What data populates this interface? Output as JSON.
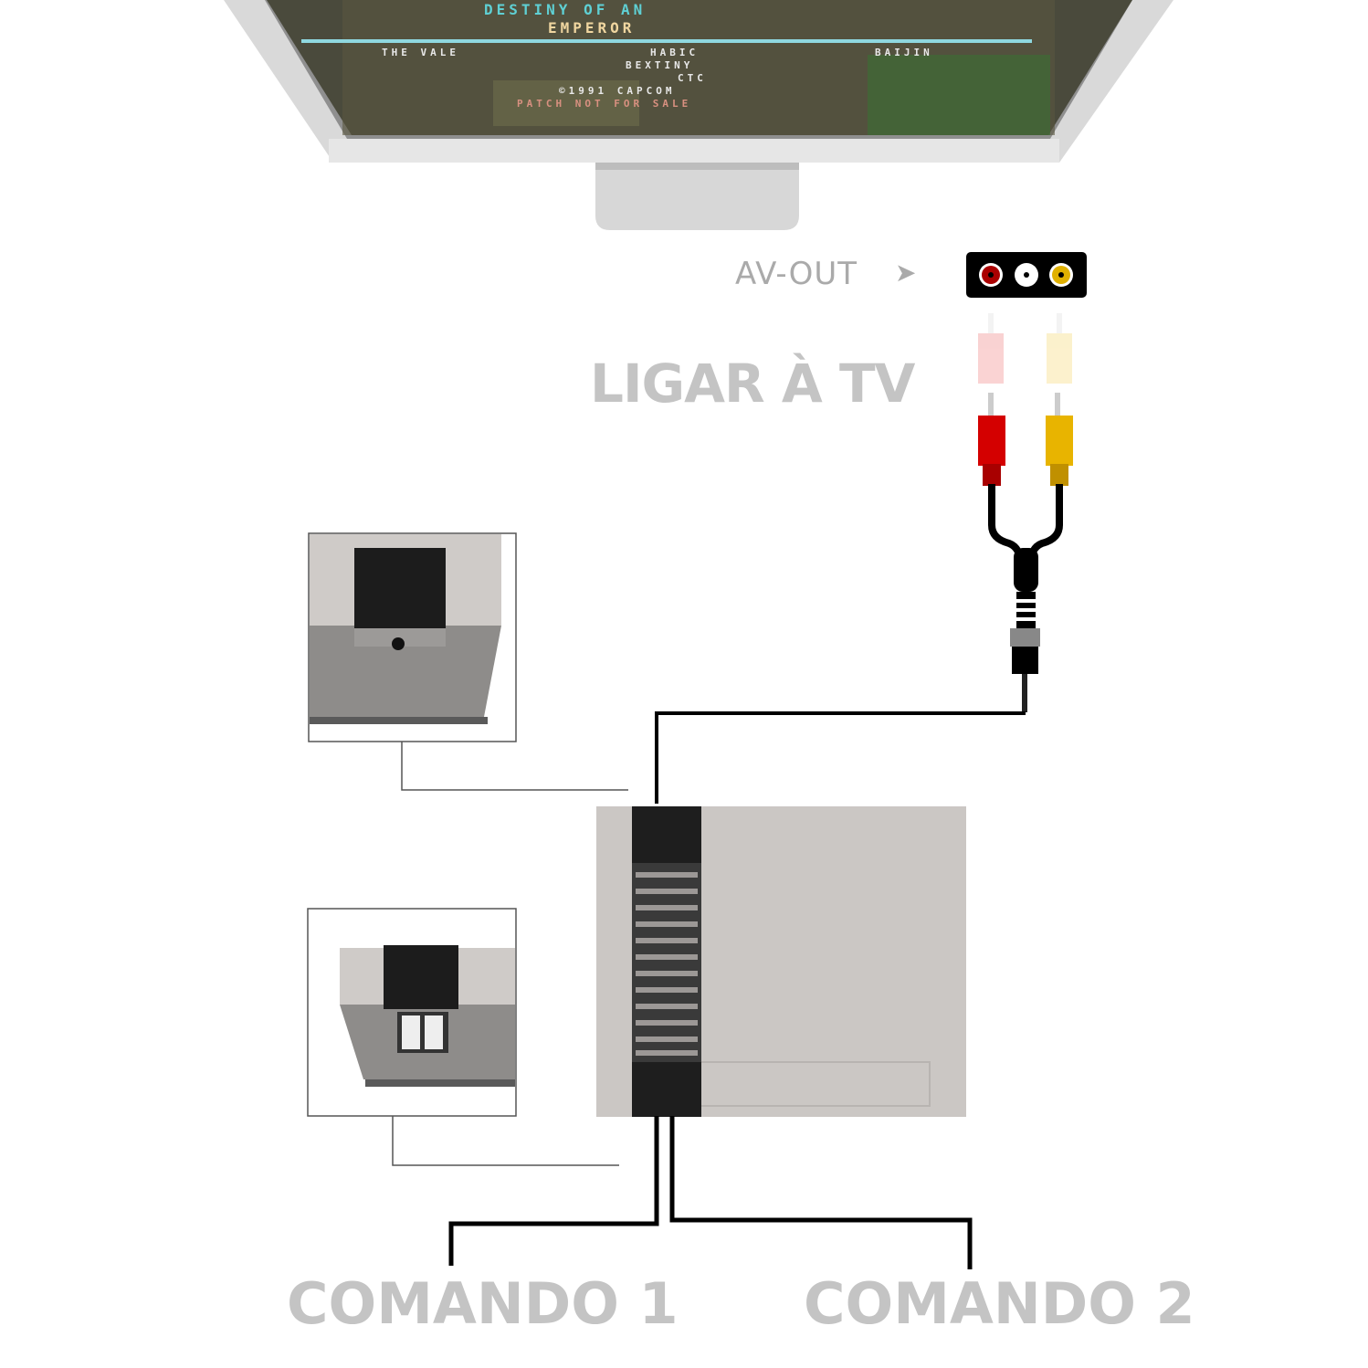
{
  "tv_screen": {
    "title_line1": "DESTINY OF AN",
    "title_line2": "EMPEROR",
    "credits_left": "THE VALE",
    "credits_mid": "HABIC",
    "credits_right": "BAIJIN",
    "line_bextiny": "BEXTINY",
    "line_ctc": "CTC",
    "copyright": "©1991 CAPCOM",
    "notice": "PATCH NOT FOR SALE"
  },
  "labels": {
    "av_out": "AV-OUT",
    "av_arrow": "➤",
    "connect_tv": "LIGAR À TV",
    "controller_1": "COMANDO 1",
    "controller_2": "COMANDO 2"
  },
  "colors": {
    "label_gray": "#c4c4c4",
    "console_gray": "#cbc7c4",
    "rca_red": "#d40000",
    "rca_white": "#ffffff",
    "rca_yellow": "#e8b400"
  }
}
